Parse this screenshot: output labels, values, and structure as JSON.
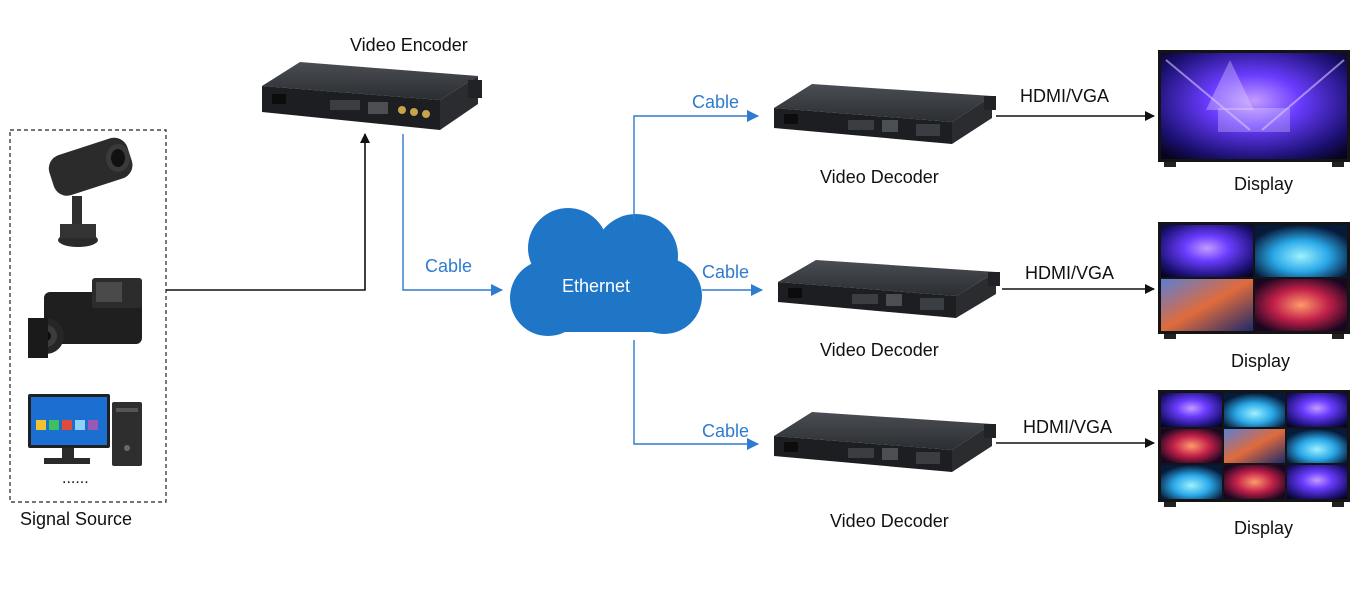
{
  "labels": {
    "signal_source": "Signal Source",
    "source_more": "......",
    "encoder": "Video Encoder",
    "ethernet": "Ethernet",
    "cable": "Cable",
    "decoder": "Video Decoder",
    "output": "HDMI/VGA",
    "display": "Display"
  },
  "colors": {
    "link": "#2e7bcf",
    "cloud": "#1f75c6",
    "device": "#2a2d31",
    "arrow": "#111111"
  },
  "icons": {
    "sources": [
      "cctv-camera-icon",
      "camcorder-icon",
      "desktop-computer-icon"
    ],
    "encoder": "rack-device-icon",
    "network": "cloud-icon",
    "display": "tv-display-icon"
  }
}
